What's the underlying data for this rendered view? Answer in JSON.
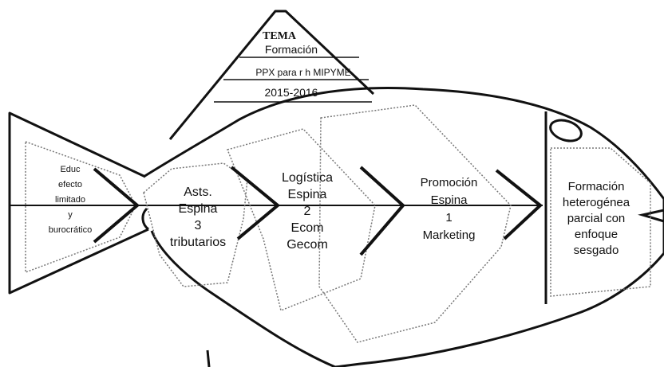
{
  "colors": {
    "outline": "#111111",
    "dashed": "#777777",
    "background": "#ffffff"
  },
  "topic": {
    "heading": "TEMA",
    "line1": "Formación",
    "line2": "PPX para r h MIPYME",
    "line3": "2015-2016"
  },
  "tail_box": {
    "lines": [
      "Educ",
      "efecto",
      "limitado",
      "y",
      "burocrático"
    ]
  },
  "bones": [
    {
      "id": "b3",
      "lines": [
        "Asts.",
        "Espina",
        "3",
        "tributarios"
      ]
    },
    {
      "id": "b2",
      "lines": [
        "Logística",
        "Espina",
        "2",
        "Ecom",
        "Gecom"
      ]
    },
    {
      "id": "b1",
      "lines": [
        "Promoción",
        "Espina",
        "1",
        "Marketing"
      ]
    }
  ],
  "head_box": {
    "lines": [
      "Formación",
      "heterogénea",
      "parcial con",
      "enfoque",
      "sesgado"
    ]
  }
}
